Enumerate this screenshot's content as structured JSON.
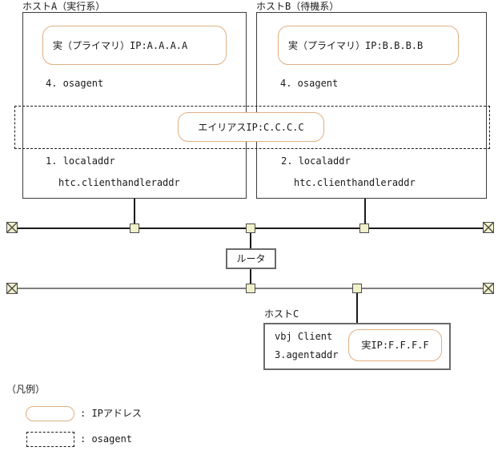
{
  "hosts": {
    "a": {
      "title": "ホストA（実行系）",
      "primary_ip": "実（プライマリ）IP:A.A.A.A",
      "osagent": "4. osagent",
      "localaddr": "1. localaddr",
      "handleraddr": "htc.clienthandleraddr"
    },
    "b": {
      "title": "ホストB（待機系）",
      "primary_ip": "実（プライマリ）IP:B.B.B.B",
      "osagent": "4. osagent",
      "localaddr": "2. localaddr",
      "handleraddr": "htc.clienthandleraddr"
    },
    "c": {
      "title": "ホストC",
      "client": "vbj Client",
      "agentaddr": "3.agentaddr",
      "real_ip": "実IP:F.F.F.F"
    }
  },
  "shared": {
    "alias_ip": "エイリアスIP:C.C.C.C",
    "router": "ルータ"
  },
  "legend": {
    "title": "（凡例）",
    "ip_item": ": IPアドレス",
    "osagent_item": ": osagent"
  },
  "colors": {
    "ip_pill_border": "#dfb083",
    "node_fill": "#f0f0ca",
    "node_border": "#4d4d4d",
    "network_line_primary": "#1a1a1a",
    "network_line_secondary": "#7f7f7f",
    "host_box_border": "#3d3d3d",
    "gray_box_border": "#6b6b6b",
    "dashed_border": "#1a1a1a"
  }
}
